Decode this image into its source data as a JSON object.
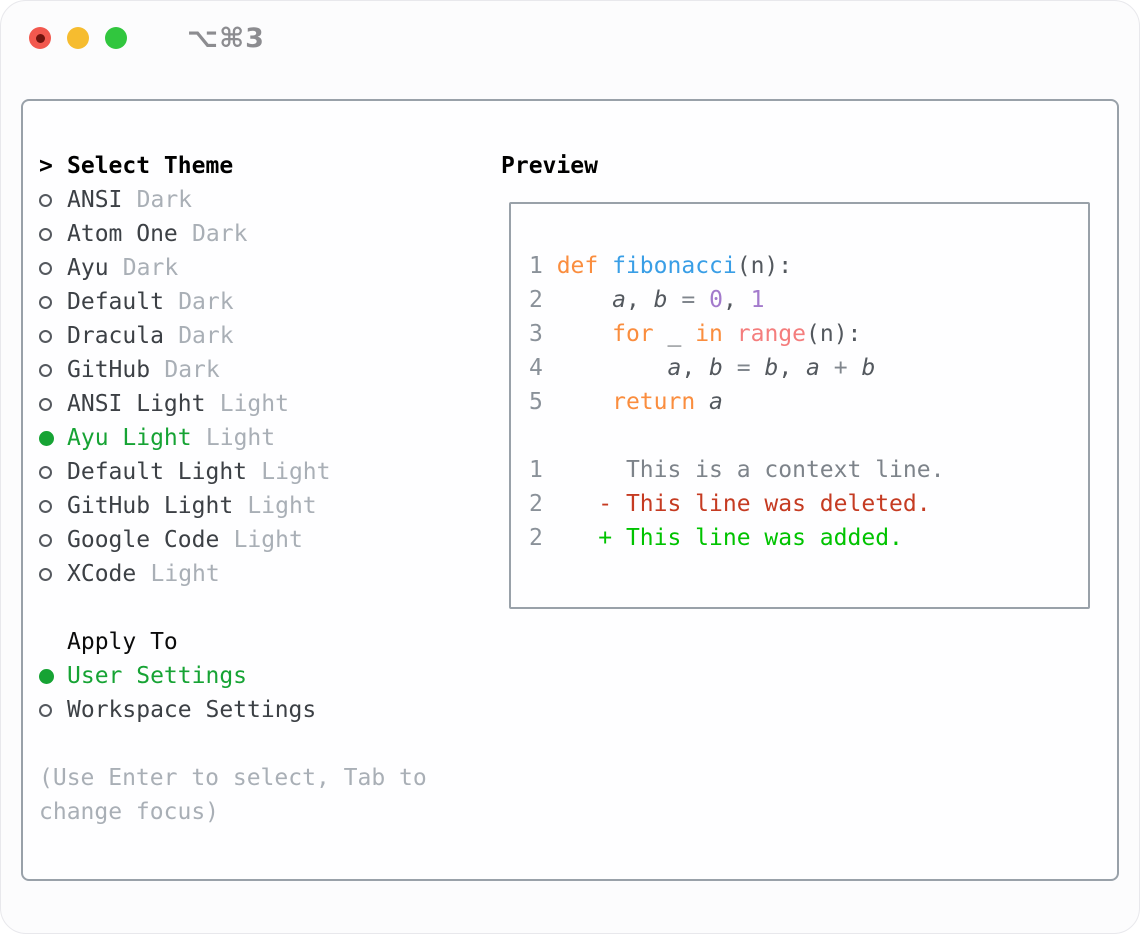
{
  "window": {
    "title": "⌥⌘3",
    "traffic_lights": {
      "close": "close",
      "minimize": "minimize",
      "zoom": "zoom"
    }
  },
  "theme_picker": {
    "prompt": ">",
    "header": "Select Theme",
    "themes": [
      {
        "name": "ANSI",
        "variant": "Dark",
        "selected": false
      },
      {
        "name": "Atom One",
        "variant": "Dark",
        "selected": false
      },
      {
        "name": "Ayu",
        "variant": "Dark",
        "selected": false
      },
      {
        "name": "Default",
        "variant": "Dark",
        "selected": false
      },
      {
        "name": "Dracula",
        "variant": "Dark",
        "selected": false
      },
      {
        "name": "GitHub",
        "variant": "Dark",
        "selected": false
      },
      {
        "name": "ANSI Light",
        "variant": "Light",
        "selected": false
      },
      {
        "name": "Ayu Light",
        "variant": "Light",
        "selected": true
      },
      {
        "name": "Default Light",
        "variant": "Light",
        "selected": false
      },
      {
        "name": "GitHub Light",
        "variant": "Light",
        "selected": false
      },
      {
        "name": "Google Code",
        "variant": "Light",
        "selected": false
      },
      {
        "name": "XCode",
        "variant": "Light",
        "selected": false
      }
    ],
    "apply_to": {
      "header": "Apply To",
      "options": [
        {
          "label": "User Settings",
          "selected": true
        },
        {
          "label": "Workspace Settings",
          "selected": false
        }
      ]
    },
    "hint_lines": [
      "(Use Enter to select, Tab to",
      "change focus)"
    ]
  },
  "preview": {
    "header": "Preview",
    "code_lines": [
      {
        "num": "1",
        "tokens": [
          {
            "t": "def",
            "c": "kw"
          },
          {
            "t": " ",
            "c": "pl"
          },
          {
            "t": "fibonacci",
            "c": "fn"
          },
          {
            "t": "(n):",
            "c": "pl"
          }
        ]
      },
      {
        "num": "2",
        "tokens": [
          {
            "t": "    ",
            "c": "pl"
          },
          {
            "t": "a",
            "c": "var"
          },
          {
            "t": ", ",
            "c": "pl"
          },
          {
            "t": "b",
            "c": "var"
          },
          {
            "t": " ",
            "c": "pl"
          },
          {
            "t": "=",
            "c": "op"
          },
          {
            "t": " ",
            "c": "pl"
          },
          {
            "t": "0",
            "c": "num"
          },
          {
            "t": ", ",
            "c": "pl"
          },
          {
            "t": "1",
            "c": "num"
          }
        ]
      },
      {
        "num": "3",
        "tokens": [
          {
            "t": "    ",
            "c": "pl"
          },
          {
            "t": "for",
            "c": "kw"
          },
          {
            "t": " _ ",
            "c": "pl"
          },
          {
            "t": "in",
            "c": "kw"
          },
          {
            "t": " ",
            "c": "pl"
          },
          {
            "t": "range",
            "c": "sp"
          },
          {
            "t": "(n):",
            "c": "pl"
          }
        ]
      },
      {
        "num": "4",
        "tokens": [
          {
            "t": "        ",
            "c": "pl"
          },
          {
            "t": "a",
            "c": "var"
          },
          {
            "t": ", ",
            "c": "pl"
          },
          {
            "t": "b",
            "c": "var"
          },
          {
            "t": " ",
            "c": "pl"
          },
          {
            "t": "=",
            "c": "op"
          },
          {
            "t": " ",
            "c": "pl"
          },
          {
            "t": "b",
            "c": "var"
          },
          {
            "t": ", ",
            "c": "pl"
          },
          {
            "t": "a",
            "c": "var"
          },
          {
            "t": " ",
            "c": "pl"
          },
          {
            "t": "+",
            "c": "op"
          },
          {
            "t": " ",
            "c": "pl"
          },
          {
            "t": "b",
            "c": "var"
          }
        ]
      },
      {
        "num": "5",
        "tokens": [
          {
            "t": "    ",
            "c": "pl"
          },
          {
            "t": "return",
            "c": "kw"
          },
          {
            "t": " ",
            "c": "pl"
          },
          {
            "t": "a",
            "c": "var"
          }
        ]
      }
    ],
    "diff_lines": [
      {
        "num": "1",
        "sign": " ",
        "text": "This is a context line.",
        "kind": "context"
      },
      {
        "num": "2",
        "sign": "-",
        "text": "This line was deleted.",
        "kind": "deleted"
      },
      {
        "num": "2",
        "sign": "+",
        "text": "This line was added.",
        "kind": "added"
      }
    ]
  },
  "colors": {
    "green": "#16a334",
    "keyword": "#fa8d3e",
    "function": "#399ee6",
    "builtin": "#f47d7d",
    "number": "#a37acc",
    "code_text": "#53585e",
    "operator": "#80868d",
    "line_number": "#8a9199",
    "deleted": "#c53b22",
    "added": "#00c300",
    "context": "#7d838a",
    "muted": "#a9afb6",
    "border": "#99a1a9"
  }
}
